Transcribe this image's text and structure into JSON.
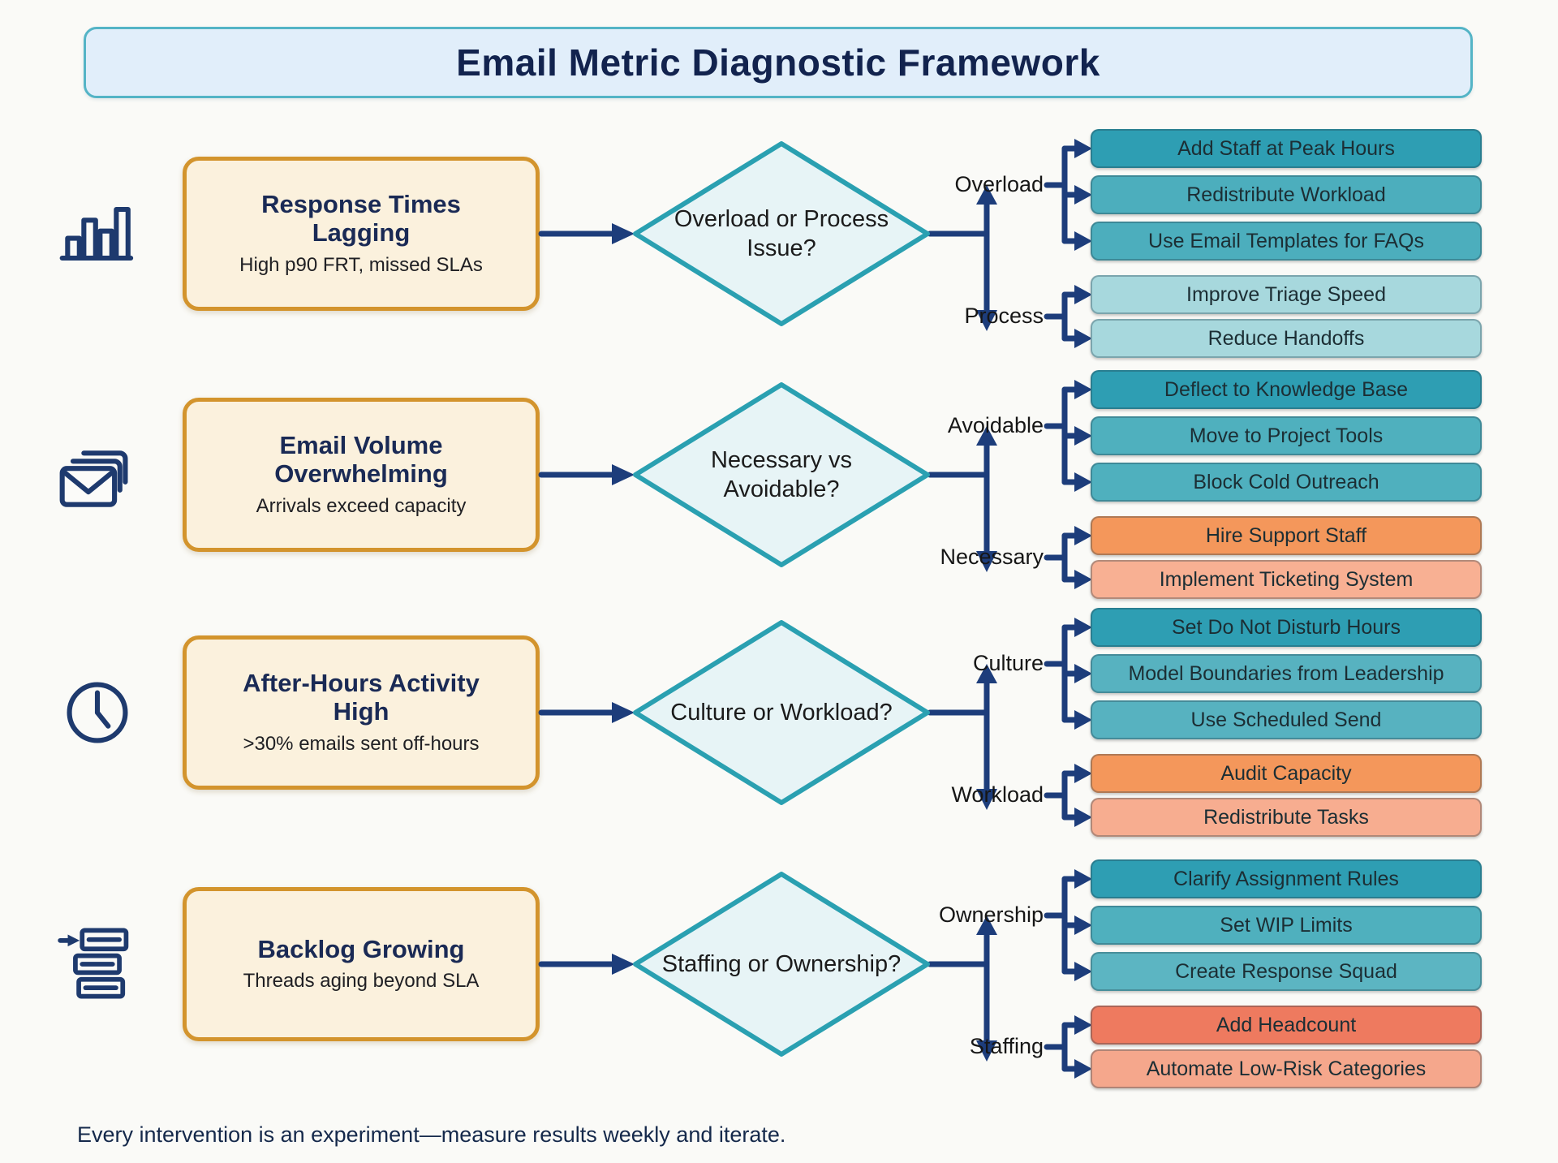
{
  "title": "Email Metric Diagnostic Framework",
  "footer": "Every intervention is an experiment—measure results weekly and iterate.",
  "palette": {
    "background": "#FAFAF7",
    "banner_fill": "#E1EEFA",
    "banner_border": "#54B4C6",
    "problem_fill": "#FBF1DD",
    "problem_border": "#D3942D",
    "diamond_fill": "#E7F4F6",
    "diamond_border": "#2AA0B1",
    "connector_navy": "#1D3D7B",
    "teal_dark": "#2E9EB3",
    "teal_mid": "#4FB0BE",
    "teal_light": "#A7D8DD",
    "orange": "#F4975B",
    "salmon": "#F8B093",
    "coral": "#EE7A5F"
  },
  "rows": [
    {
      "icon": "bar-chart-icon",
      "problem": {
        "title": "Response Times Lagging",
        "subtitle": "High p90 FRT, missed SLAs"
      },
      "question": "Overload or Process Issue?",
      "branches": [
        {
          "label": "Overload",
          "actions": [
            {
              "label": "Add Staff at Peak Hours",
              "color": "#2E9EB3"
            },
            {
              "label": "Redistribute Workload",
              "color": "#4CAEBD"
            },
            {
              "label": "Use Email Templates for FAQs",
              "color": "#4CAEBD"
            }
          ]
        },
        {
          "label": "Process",
          "actions": [
            {
              "label": "Improve Triage Speed",
              "color": "#A7D8DD"
            },
            {
              "label": "Reduce Handoffs",
              "color": "#A7D8DD"
            }
          ]
        }
      ]
    },
    {
      "icon": "email-stack-icon",
      "problem": {
        "title": "Email Volume Overwhelming",
        "subtitle": "Arrivals exceed capacity"
      },
      "question": "Necessary vs Avoidable?",
      "branches": [
        {
          "label": "Avoidable",
          "actions": [
            {
              "label": "Deflect to Knowledge Base",
              "color": "#2E9EB3"
            },
            {
              "label": "Move to Project Tools",
              "color": "#4FB0BE"
            },
            {
              "label": "Block Cold Outreach",
              "color": "#4FB0BE"
            }
          ]
        },
        {
          "label": "Necessary",
          "actions": [
            {
              "label": "Hire Support Staff",
              "color": "#F4975B"
            },
            {
              "label": "Implement Ticketing System",
              "color": "#F8B093"
            }
          ]
        }
      ]
    },
    {
      "icon": "clock-icon",
      "problem": {
        "title": "After-Hours Activity High",
        "subtitle": ">30% emails sent off-hours"
      },
      "question": "Culture or Workload?",
      "branches": [
        {
          "label": "Culture",
          "actions": [
            {
              "label": "Set Do Not Disturb Hours",
              "color": "#2E9EB3"
            },
            {
              "label": "Model Boundaries from Leadership",
              "color": "#57B2C0"
            },
            {
              "label": "Use Scheduled Send",
              "color": "#57B2C0"
            }
          ]
        },
        {
          "label": "Workload",
          "actions": [
            {
              "label": "Audit Capacity",
              "color": "#F4975B"
            },
            {
              "label": "Redistribute Tasks",
              "color": "#F7AD90"
            }
          ]
        }
      ]
    },
    {
      "icon": "backlog-icon",
      "problem": {
        "title": "Backlog Growing",
        "subtitle": "Threads aging beyond SLA"
      },
      "question": "Staffing or Ownership?",
      "branches": [
        {
          "label": "Ownership",
          "actions": [
            {
              "label": "Clarify Assignment Rules",
              "color": "#2E9EB3"
            },
            {
              "label": "Set WIP Limits",
              "color": "#4FB0BE"
            },
            {
              "label": "Create Response Squad",
              "color": "#5CB5C2"
            }
          ]
        },
        {
          "label": "Staffing",
          "actions": [
            {
              "label": "Add Headcount",
              "color": "#EE7A5F"
            },
            {
              "label": "Automate Low-Risk Categories",
              "color": "#F5A78C"
            }
          ]
        }
      ]
    }
  ]
}
